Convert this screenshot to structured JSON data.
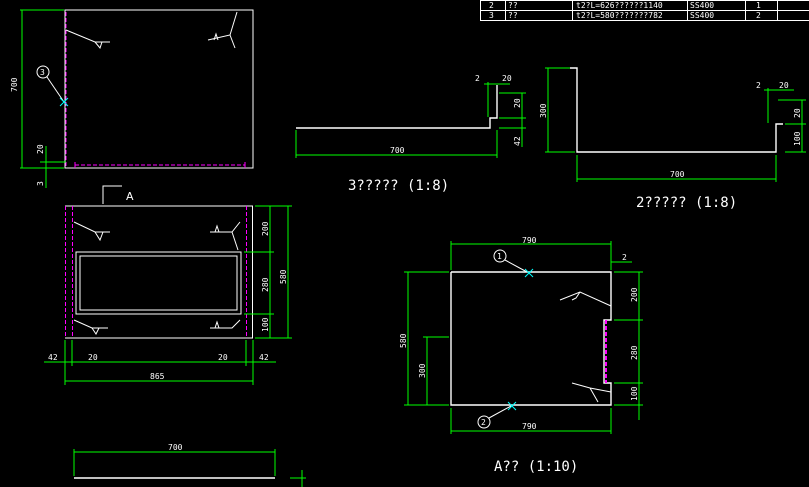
{
  "table": {
    "rows": [
      {
        "no": "2",
        "name": "??",
        "spec": "t2?L=626??????1140",
        "material": "SS400",
        "qty": "1"
      },
      {
        "no": "3",
        "name": "??",
        "spec": "t2?L=580???????782",
        "material": "SS400",
        "qty": "2"
      }
    ]
  },
  "views": {
    "part3_title": "3????? (1:8)",
    "part2_title": "2????? (1:8)",
    "sectionA_title": "A?? (1:10)",
    "section_marker": "A"
  },
  "balloons": {
    "b1": "1",
    "b2": "2",
    "b3": "3"
  },
  "dims": {
    "top_700": "700",
    "top_20": "20",
    "top_3": "3",
    "p3_2": "2",
    "p3_20a": "20",
    "p3_20b": "20",
    "p3_42": "42",
    "p3_700": "700",
    "p2_300": "300",
    "p2_2": "2",
    "p2_20": "20",
    "p2_100": "100",
    "p2_700": "700",
    "fr_200": "200",
    "fr_280": "280",
    "fr_580": "580",
    "fr_100": "100",
    "fr_42a": "42",
    "fr_20a": "20",
    "fr_20b": "20",
    "fr_42b": "42",
    "fr_865": "865",
    "sa_790a": "790",
    "sa_2": "2",
    "sa_200": "200",
    "sa_280": "280",
    "sa_100": "100",
    "sa_580": "580",
    "sa_300": "300",
    "sa_790b": "790",
    "bot_700": "700"
  },
  "colors": {
    "dimension": "#00ff00",
    "outline": "#ffffff",
    "hidden": "#ff00ff",
    "marker": "#00ffff"
  }
}
